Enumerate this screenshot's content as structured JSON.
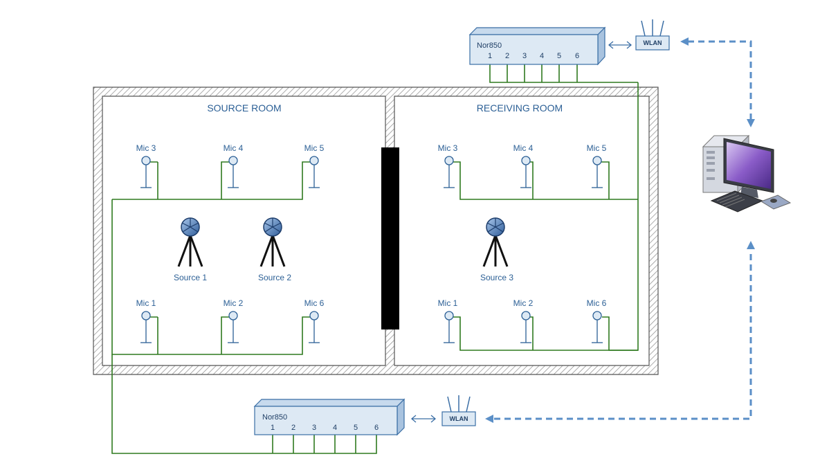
{
  "rooms": {
    "source": {
      "title": "SOURCE ROOM"
    },
    "receiving": {
      "title": "RECEIVING ROOM"
    }
  },
  "source_room": {
    "mics_top": [
      "Mic 3",
      "Mic 4",
      "Mic 5"
    ],
    "mics_bottom": [
      "Mic 1",
      "Mic 2",
      "Mic 6"
    ],
    "sources": [
      "Source 1",
      "Source 2"
    ]
  },
  "receiving_room": {
    "mics_top": [
      "Mic 3",
      "Mic 4",
      "Mic 5"
    ],
    "mics_bottom": [
      "Mic 1",
      "Mic 2",
      "Mic 6"
    ],
    "sources": [
      "Source 3"
    ]
  },
  "analyzer_top": {
    "name": "Nor850",
    "ports": [
      "1",
      "2",
      "3",
      "4",
      "5",
      "6"
    ]
  },
  "analyzer_bottom": {
    "name": "Nor850",
    "ports": [
      "1",
      "2",
      "3",
      "4",
      "5",
      "6"
    ]
  },
  "wlan_top": {
    "label": "WLAN"
  },
  "wlan_bottom": {
    "label": "WLAN"
  },
  "colors": {
    "wire": "#2f7a1f",
    "text": "#2b5f95",
    "device_fill": "#dde9f4",
    "device_stroke": "#3a6ea5",
    "link": "#5b8fc7",
    "partition": "#000000",
    "wall_hatch": "#8a8a8a"
  }
}
